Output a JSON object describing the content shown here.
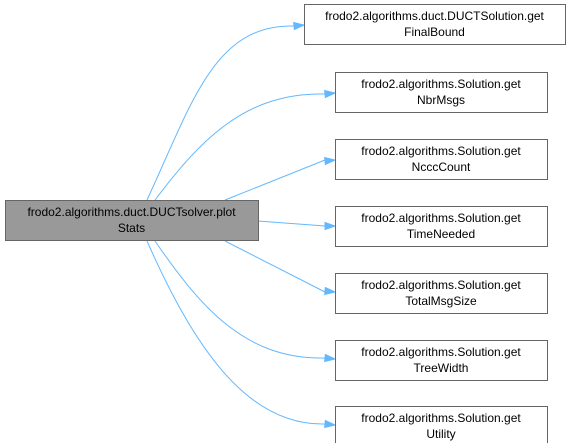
{
  "colors": {
    "source_fill": "#999999",
    "source_border": "#666666",
    "target_fill": "#ffffff",
    "target_border": "#666666",
    "edge": "#63b8ff",
    "text": "#000000"
  },
  "source": {
    "id": "plotstats",
    "lines": [
      "frodo2.algorithms.duct.DUCTsolver.plot",
      "Stats"
    ]
  },
  "targets": [
    {
      "id": "getfinalbound",
      "lines": [
        "frodo2.algorithms.duct.DUCTSolution.get",
        "FinalBound"
      ]
    },
    {
      "id": "getnbrmsgs",
      "lines": [
        "frodo2.algorithms.Solution.get",
        "NbrMsgs"
      ]
    },
    {
      "id": "getncccount",
      "lines": [
        "frodo2.algorithms.Solution.get",
        "NcccCount"
      ]
    },
    {
      "id": "gettimeneeded",
      "lines": [
        "frodo2.algorithms.Solution.get",
        "TimeNeeded"
      ]
    },
    {
      "id": "gettotalmsgsize",
      "lines": [
        "frodo2.algorithms.Solution.get",
        "TotalMsgSize"
      ]
    },
    {
      "id": "gettreewidth",
      "lines": [
        "frodo2.algorithms.Solution.get",
        "TreeWidth"
      ]
    },
    {
      "id": "getutility",
      "lines": [
        "frodo2.algorithms.Solution.get",
        "Utility"
      ]
    }
  ],
  "edges": [
    {
      "from": "plotstats",
      "to": "getfinalbound"
    },
    {
      "from": "plotstats",
      "to": "getnbrmsgs"
    },
    {
      "from": "plotstats",
      "to": "getncccount"
    },
    {
      "from": "plotstats",
      "to": "gettimeneeded"
    },
    {
      "from": "plotstats",
      "to": "gettotalmsgsize"
    },
    {
      "from": "plotstats",
      "to": "gettreewidth"
    },
    {
      "from": "plotstats",
      "to": "getutility"
    }
  ]
}
